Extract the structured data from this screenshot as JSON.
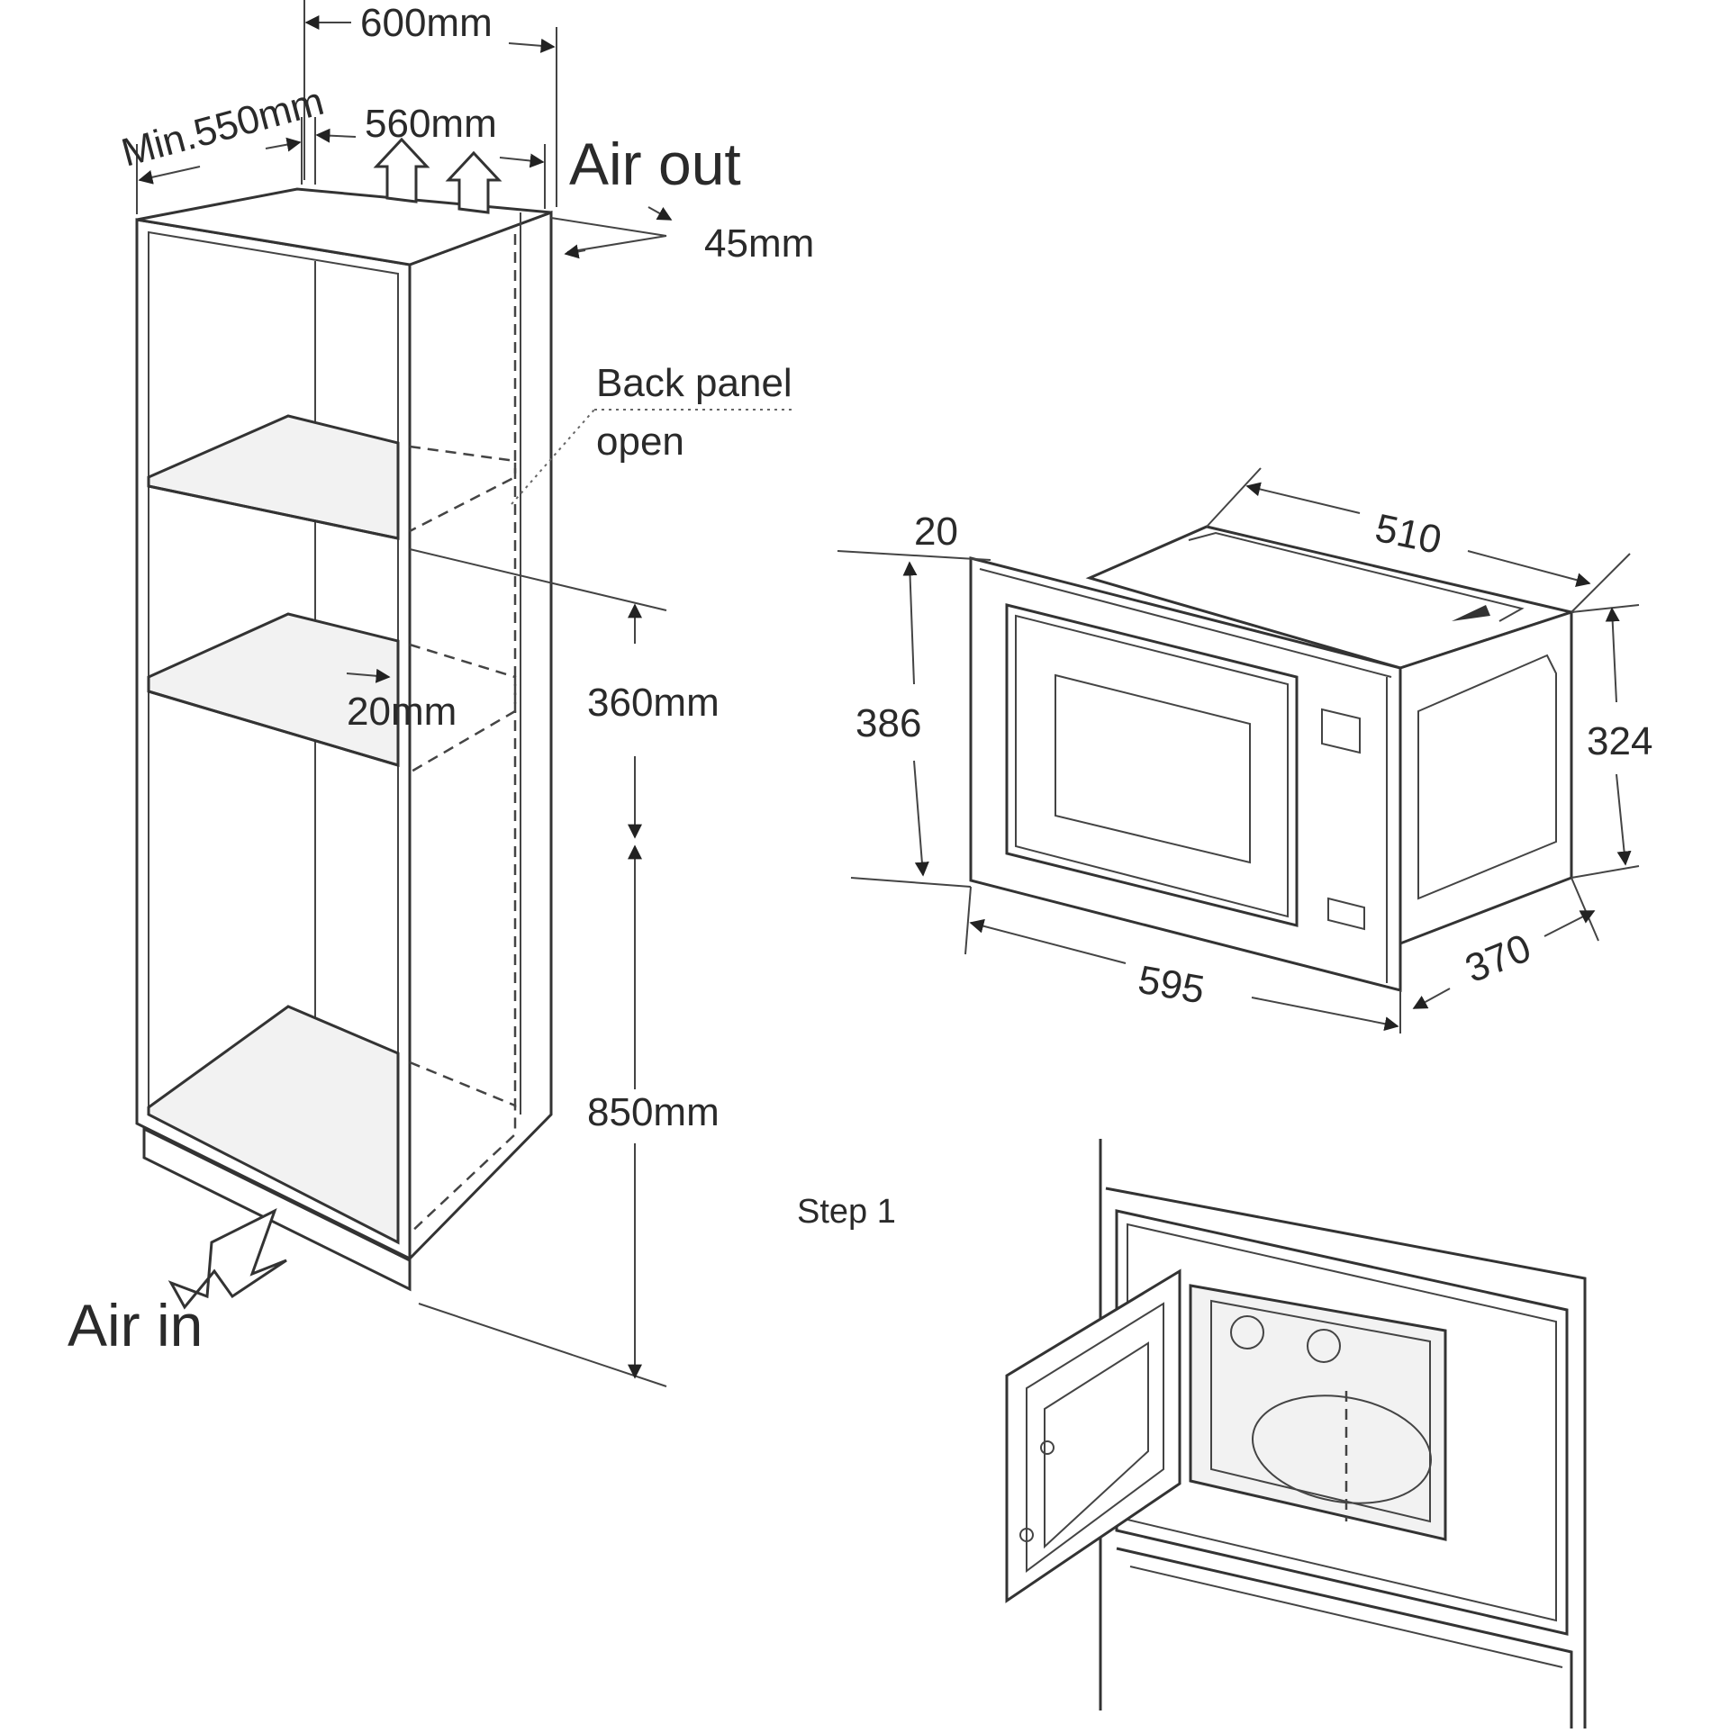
{
  "diagram": {
    "cabinet": {
      "width_label": "600mm",
      "inner_width_label": "560mm",
      "depth_label": "Min.550mm",
      "air_out_label": "Air out",
      "gap_label": "45mm",
      "back_panel_line1": "Back panel",
      "back_panel_line2": "open",
      "shelf_gap_label": "20mm",
      "niche_height_label": "360mm",
      "base_height_label": "850mm",
      "air_in_label": "Air in"
    },
    "microwave": {
      "frame_depth": "20",
      "frame_height": "386",
      "frame_width": "595",
      "body_depth": "510",
      "body_height": "324",
      "body_width": "370"
    },
    "installation": {
      "step_label": "Step 1"
    }
  }
}
